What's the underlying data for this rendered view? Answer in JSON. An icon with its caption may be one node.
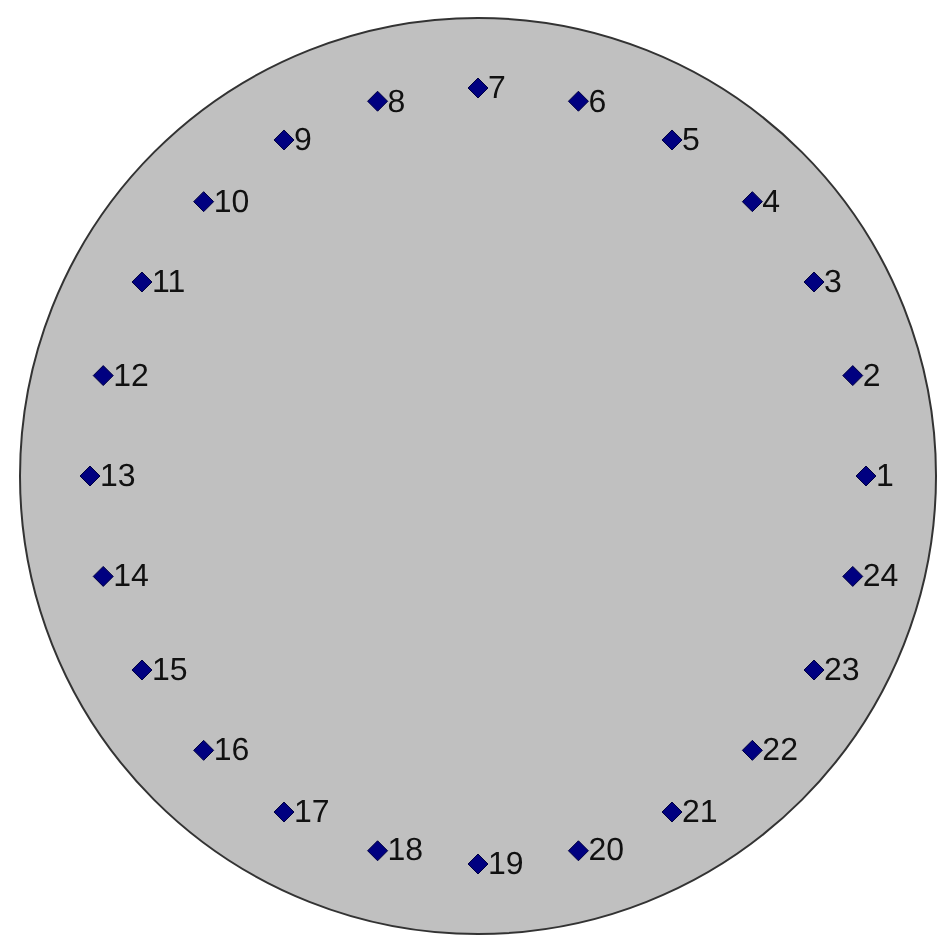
{
  "diagram": {
    "labels": [
      "7",
      "8",
      "6",
      "9",
      "5",
      "10",
      "4",
      "11",
      "3",
      "12",
      "2",
      "13",
      "1",
      "14",
      "24",
      "15",
      "23",
      "16",
      "22",
      "17",
      "21",
      "18",
      "20",
      "19"
    ]
  }
}
